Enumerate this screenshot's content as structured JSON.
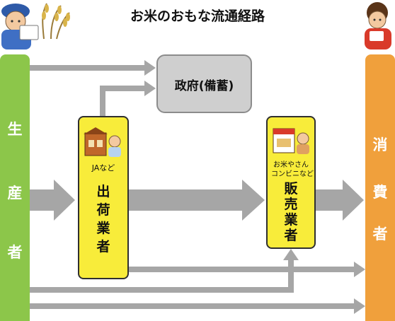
{
  "title": "お米のおもな流通経路",
  "producer": {
    "chars": [
      "生",
      "産",
      "者"
    ],
    "color": "#8cc64a"
  },
  "consumer": {
    "chars": [
      "消",
      "費",
      "者"
    ],
    "color": "#f0a03c"
  },
  "government": {
    "label": "政府(備蓄)"
  },
  "shipper": {
    "sub": "JAなど",
    "chars": [
      "出",
      "荷",
      "業",
      "者"
    ]
  },
  "retailer": {
    "sub_line1": "お米やさん",
    "sub_line2": "コンビニなど",
    "chars": [
      "販",
      "売",
      "業",
      "者"
    ]
  },
  "colors": {
    "arrow": "#a6a6a6",
    "box": "#f8ec3a",
    "gov": "#cfcfcf"
  }
}
